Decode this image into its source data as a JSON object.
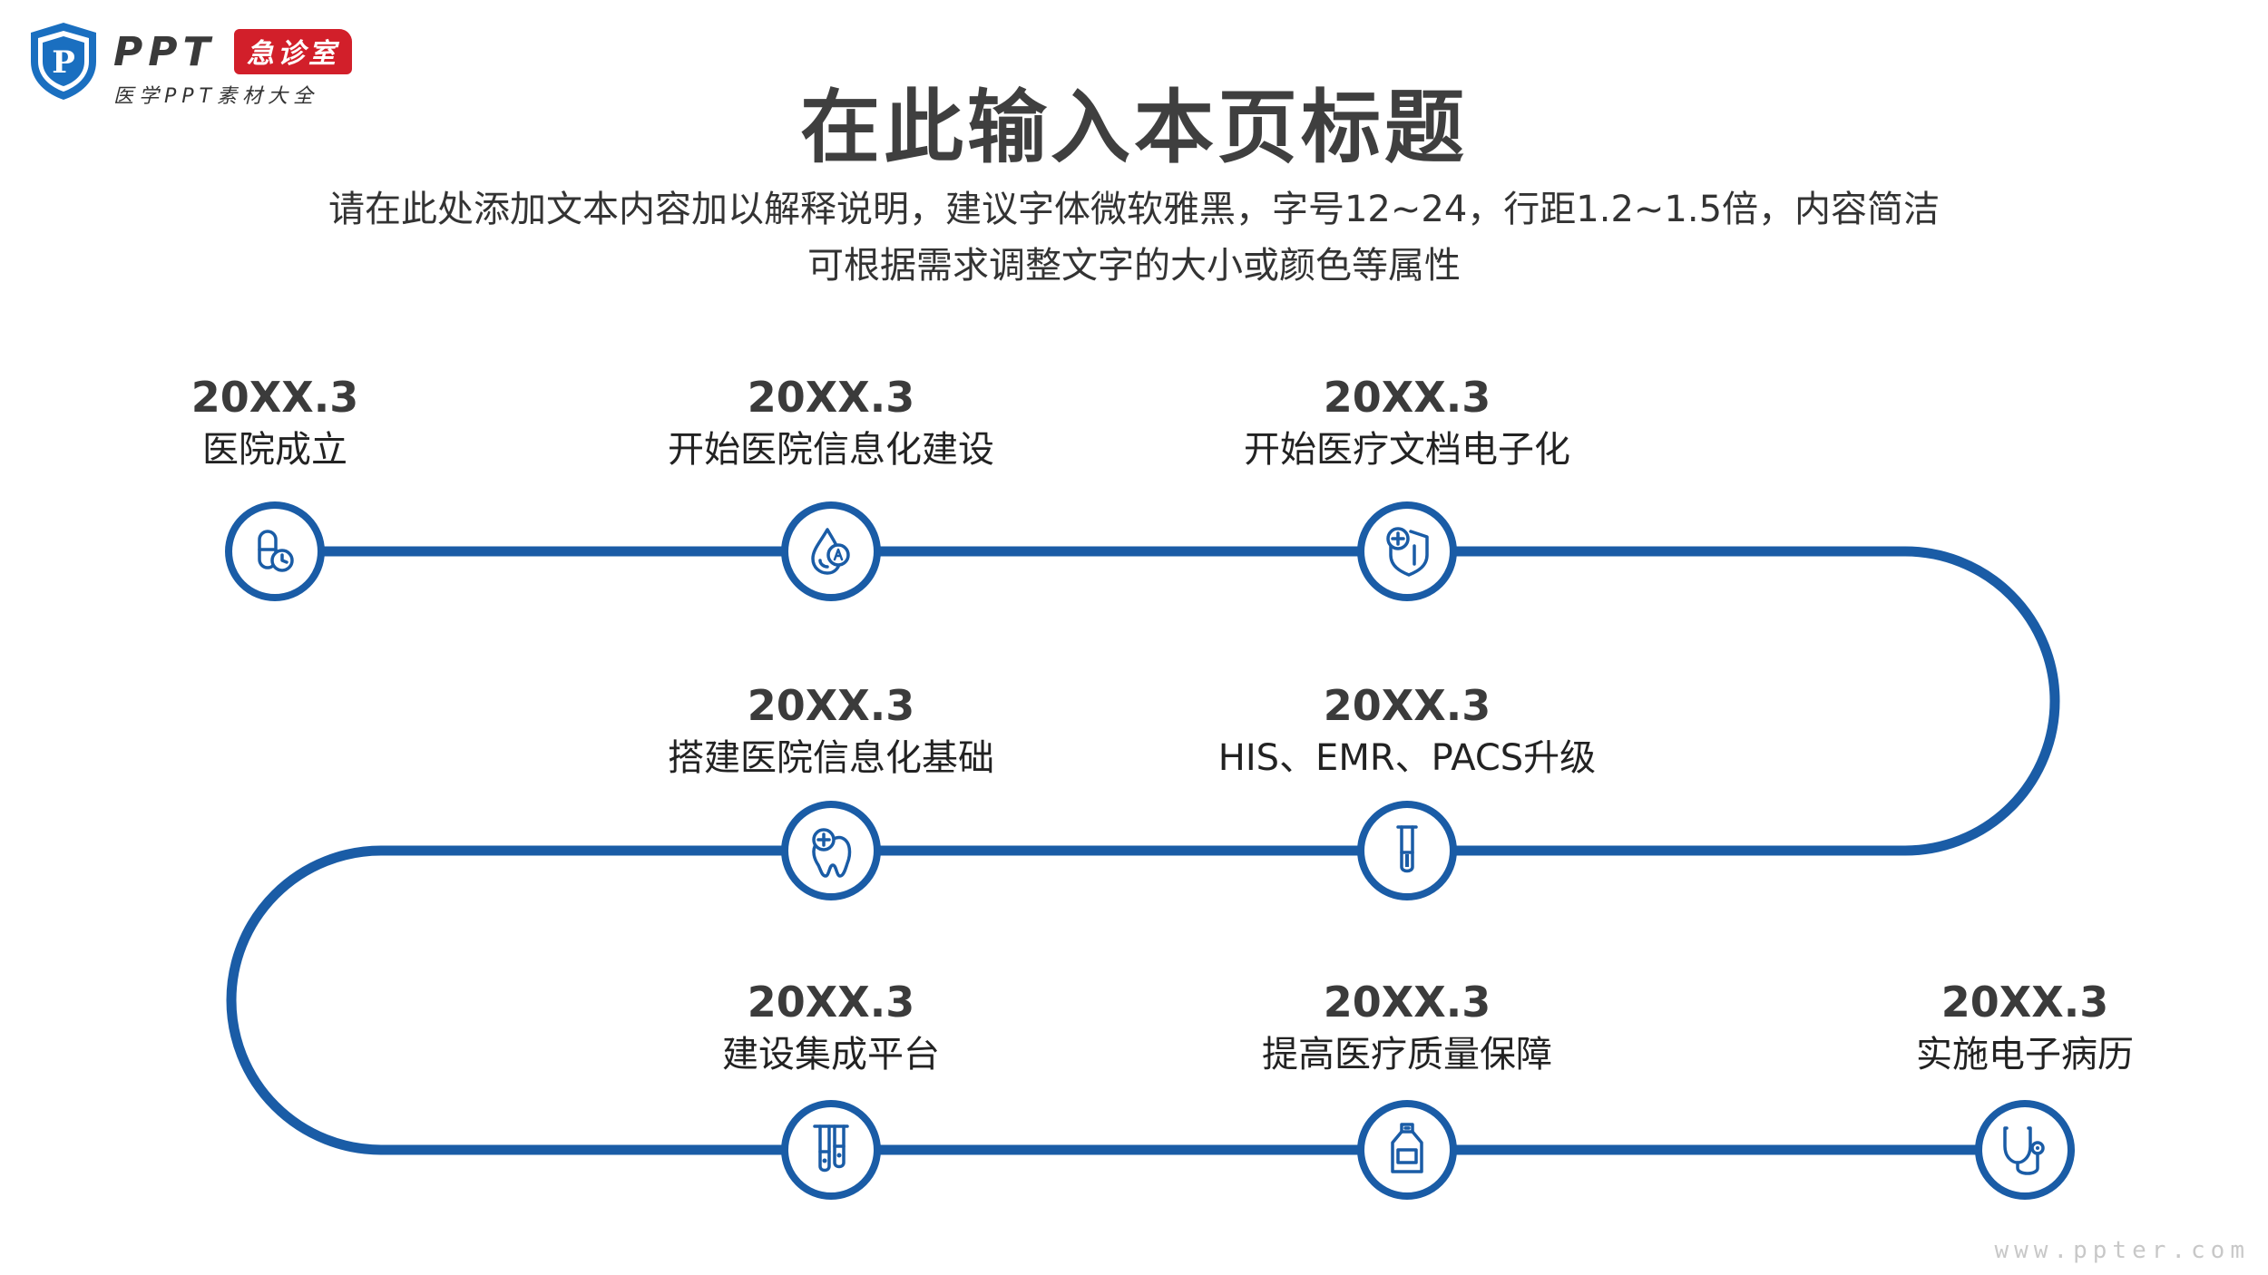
{
  "logo": {
    "brand": "PPT",
    "badge": "急诊室",
    "subtitle": "医学PPT素材大全",
    "mark": "P"
  },
  "title": "在此输入本页标题",
  "subtitle": {
    "line1": "请在此处添加文本内容加以解释说明，建议字体微软雅黑，字号12~24，行距1.2~1.5倍，内容简洁",
    "line2": "可根据需求调整文字的大小或颜色等属性"
  },
  "colors": {
    "line": "#1a5ca6",
    "text": "#333333",
    "badge": "#d21f2a"
  },
  "milestones": [
    {
      "date": "20XX.3",
      "text": "医院成立",
      "icon": "pill-clock-icon"
    },
    {
      "date": "20XX.3",
      "text": "开始医院信息化建设",
      "icon": "blood-drop-icon"
    },
    {
      "date": "20XX.3",
      "text": "开始医疗文档电子化",
      "icon": "shield-plus-icon"
    },
    {
      "date": "20XX.3",
      "text": "HIS、EMR、PACS升级",
      "icon": "test-tube-icon"
    },
    {
      "date": "20XX.3",
      "text": "搭建医院信息化基础",
      "icon": "tooth-plus-icon"
    },
    {
      "date": "20XX.3",
      "text": "建设集成平台",
      "icon": "test-tubes-icon"
    },
    {
      "date": "20XX.3",
      "text": "提高医疗质量保障",
      "icon": "medicine-bottle-icon"
    },
    {
      "date": "20XX.3",
      "text": "实施电子病历",
      "icon": "stethoscope-icon"
    }
  ],
  "watermark": "www.ppter.com"
}
